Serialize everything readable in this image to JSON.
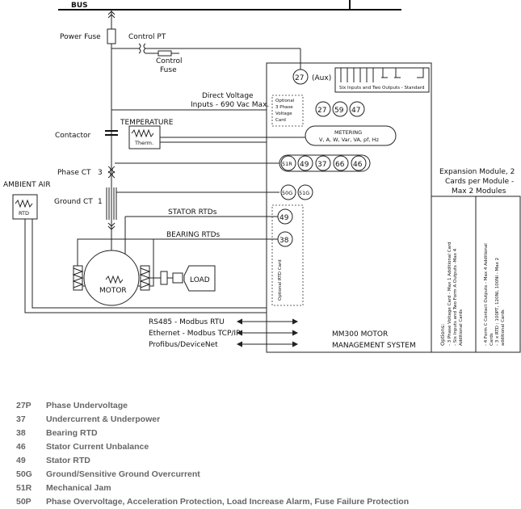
{
  "labels": {
    "bus": "BUS",
    "power_fuse": "Power Fuse",
    "control_pt": "Control PT",
    "control_fuse_1": "Control",
    "control_fuse_2": "Fuse",
    "direct_voltage_1": "Direct Voltage",
    "direct_voltage_2": "Inputs - 690 Vac Max.",
    "contactor": "Contactor",
    "temperature": "TEMPERATURE",
    "therm": "Therm.",
    "phase_ct": "Phase CT",
    "phase_ct_num": "3",
    "ground_ct": "Ground CT",
    "ground_ct_num": "1",
    "ambient_air": "AMBIENT AIR",
    "rtd": "RTD",
    "stator_rtds": "STATOR RTDs",
    "bearing_rtds": "BEARING RTDs",
    "motor": "MOTOR",
    "load": "LOAD",
    "aux": "(Aux)",
    "six_inputs": "Six Inputs and Two Outputs - Standard",
    "opt_3phase_1": "Optional",
    "opt_3phase_2": "3 Phase",
    "opt_3phase_3": "Voltage",
    "opt_3phase_4": "Card",
    "metering": "METERING",
    "metering_values": "V, A, W, Var, VA, pf, Hz",
    "optional_rtd_card": "Optional RTD Card",
    "rs485": "RS485 - Modbus RTU",
    "ethernet": "Ethernet - Modbus TCP/IP",
    "profibus": "Profibus/DeviceNet",
    "mm300_1": "MM300 MOTOR",
    "mm300_2": "MANAGEMENT SYSTEM",
    "expansion_1": "Expansion Module, 2",
    "expansion_2": "Cards per Module -",
    "expansion_3": "Max 2 Modules",
    "options_1": "Options:",
    "options_2": "- 3 Phase Voltage Card - Max 1 Additional Card",
    "options_3": "- Six Inputs and Two Form A Outputs -Max 4",
    "options_4": "Additional Cards",
    "form_c_1": "- 4 Form C Contact Outputs - Max 4 Additional",
    "form_c_2": "Cards",
    "form_c_3": "- 3 x RTD : 100PT, 120NI, 100NI - Max 2",
    "form_c_4": "additional Cards"
  },
  "devices": {
    "d27": "27",
    "d27b": "27",
    "d59": "59",
    "d47": "47",
    "d51r": "51R",
    "d49": "49",
    "d37": "37",
    "d66": "66",
    "d46": "46",
    "d50g": "50G",
    "d51g": "51G",
    "d49b": "49",
    "d38": "38"
  },
  "legend": [
    {
      "code": "27P",
      "desc": "Phase Undervoltage"
    },
    {
      "code": "37",
      "desc": "Undercurrent & Underpower"
    },
    {
      "code": "38",
      "desc": "Bearing RTD"
    },
    {
      "code": "46",
      "desc": "Stator Current Unbalance"
    },
    {
      "code": "49",
      "desc": "Stator RTD"
    },
    {
      "code": "50G",
      "desc": "Ground/Sensitive Ground Overcurrent"
    },
    {
      "code": "51R",
      "desc": "Mechanical Jam"
    },
    {
      "code": "50P",
      "desc": "Phase Overvoltage,  Acceleration Protection,   Load Increase Alarm,   Fuse Failure Protection"
    }
  ]
}
